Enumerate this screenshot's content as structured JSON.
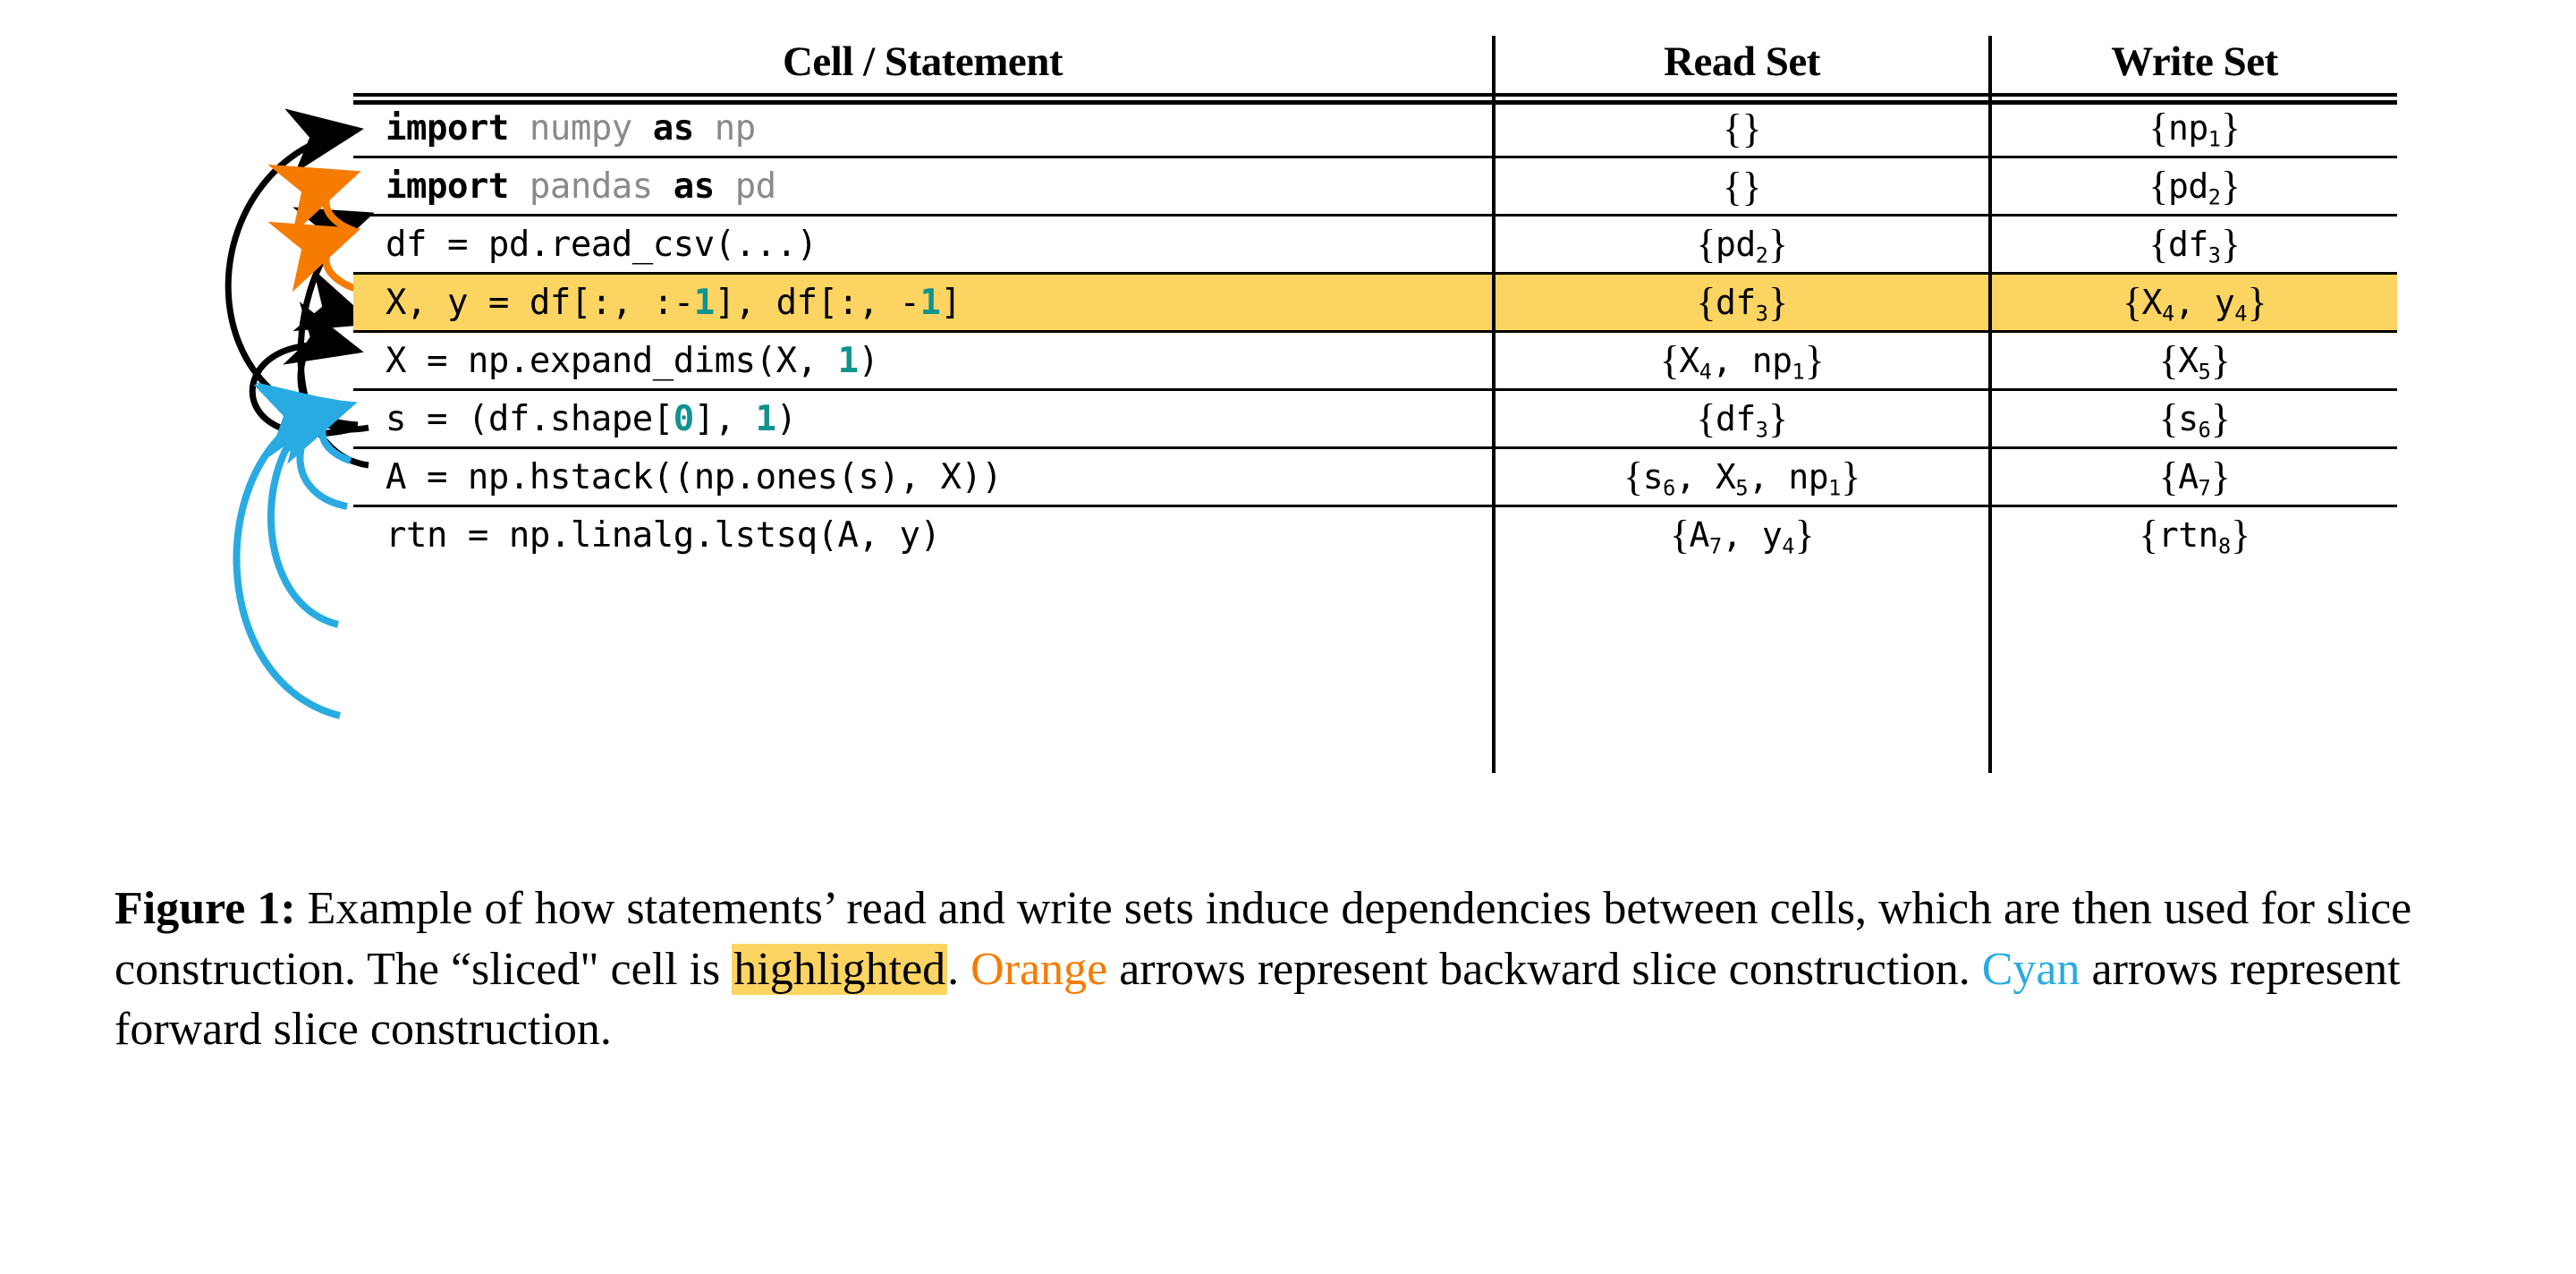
{
  "figure": {
    "table": {
      "headers": {
        "statement": "Cell / Statement",
        "read_set": "Read Set",
        "write_set": "Write Set"
      },
      "rows": [
        {
          "index": 1,
          "statement_plain": "import numpy as np",
          "read_set": "{}",
          "write_set": "{np1}",
          "highlighted": false
        },
        {
          "index": 2,
          "statement_plain": "import pandas as pd",
          "read_set": "{}",
          "write_set": "{pd2}",
          "highlighted": false
        },
        {
          "index": 3,
          "statement_plain": "df = pd.read_csv(...)",
          "read_set": "{pd2}",
          "write_set": "{df3}",
          "highlighted": false
        },
        {
          "index": 4,
          "statement_plain": "X, y = df[:, :-1], df[:, -1]",
          "read_set": "{df3}",
          "write_set": "{X4, y4}",
          "highlighted": true
        },
        {
          "index": 5,
          "statement_plain": "X = np.expand_dims(X, 1)",
          "read_set": "{X4, np1}",
          "write_set": "{X5}",
          "highlighted": false
        },
        {
          "index": 6,
          "statement_plain": "s = (df.shape[0], 1)",
          "read_set": "{df3}",
          "write_set": "{s6}",
          "highlighted": false
        },
        {
          "index": 7,
          "statement_plain": "A = np.hstack((np.ones(s), X))",
          "read_set": "{s6, X5, np1}",
          "write_set": "{A7}",
          "highlighted": false
        },
        {
          "index": 8,
          "statement_plain": "rtn = np.linalg.lstsq(A, y)",
          "read_set": "{A7, y4}",
          "write_set": "{rtn8}",
          "highlighted": false
        }
      ]
    },
    "caption": {
      "label": "Figure 1:",
      "text_1": " Example of how statements’ read and write sets induce dependencies between cells, which are then used for slice construction. The “sliced\" cell is ",
      "highlight_word": "highlighted",
      "text_2": ". ",
      "orange_word": "Orange",
      "text_3": " arrows represent backward slice construction. ",
      "cyan_word": "Cyan",
      "text_4": " arrows represent forward slice construction."
    },
    "colors": {
      "highlight": "#FBD461",
      "orange_arrow": "#F57C00",
      "cyan_arrow": "#29ABE2",
      "black_arrow": "#000000",
      "number_literal": "#0E9390",
      "module_name": "#8A8A8A"
    },
    "arrows": {
      "black": [
        {
          "from_row": 4,
          "to_row": 1
        },
        {
          "from_row": 4,
          "to_row": 3
        },
        {
          "from_row": 4,
          "to_row": 6
        },
        {
          "from_row": 4,
          "to_row": 7
        }
      ],
      "orange": [
        {
          "from_row": 4,
          "to_row": 2
        },
        {
          "from_row": 4,
          "to_row": 3
        }
      ],
      "cyan": [
        {
          "from_row": 4,
          "to_row": 4
        },
        {
          "from_row": 4,
          "to_row": 5
        },
        {
          "from_row": 4,
          "to_row": 7
        },
        {
          "from_row": 4,
          "to_row": 8
        }
      ]
    }
  }
}
